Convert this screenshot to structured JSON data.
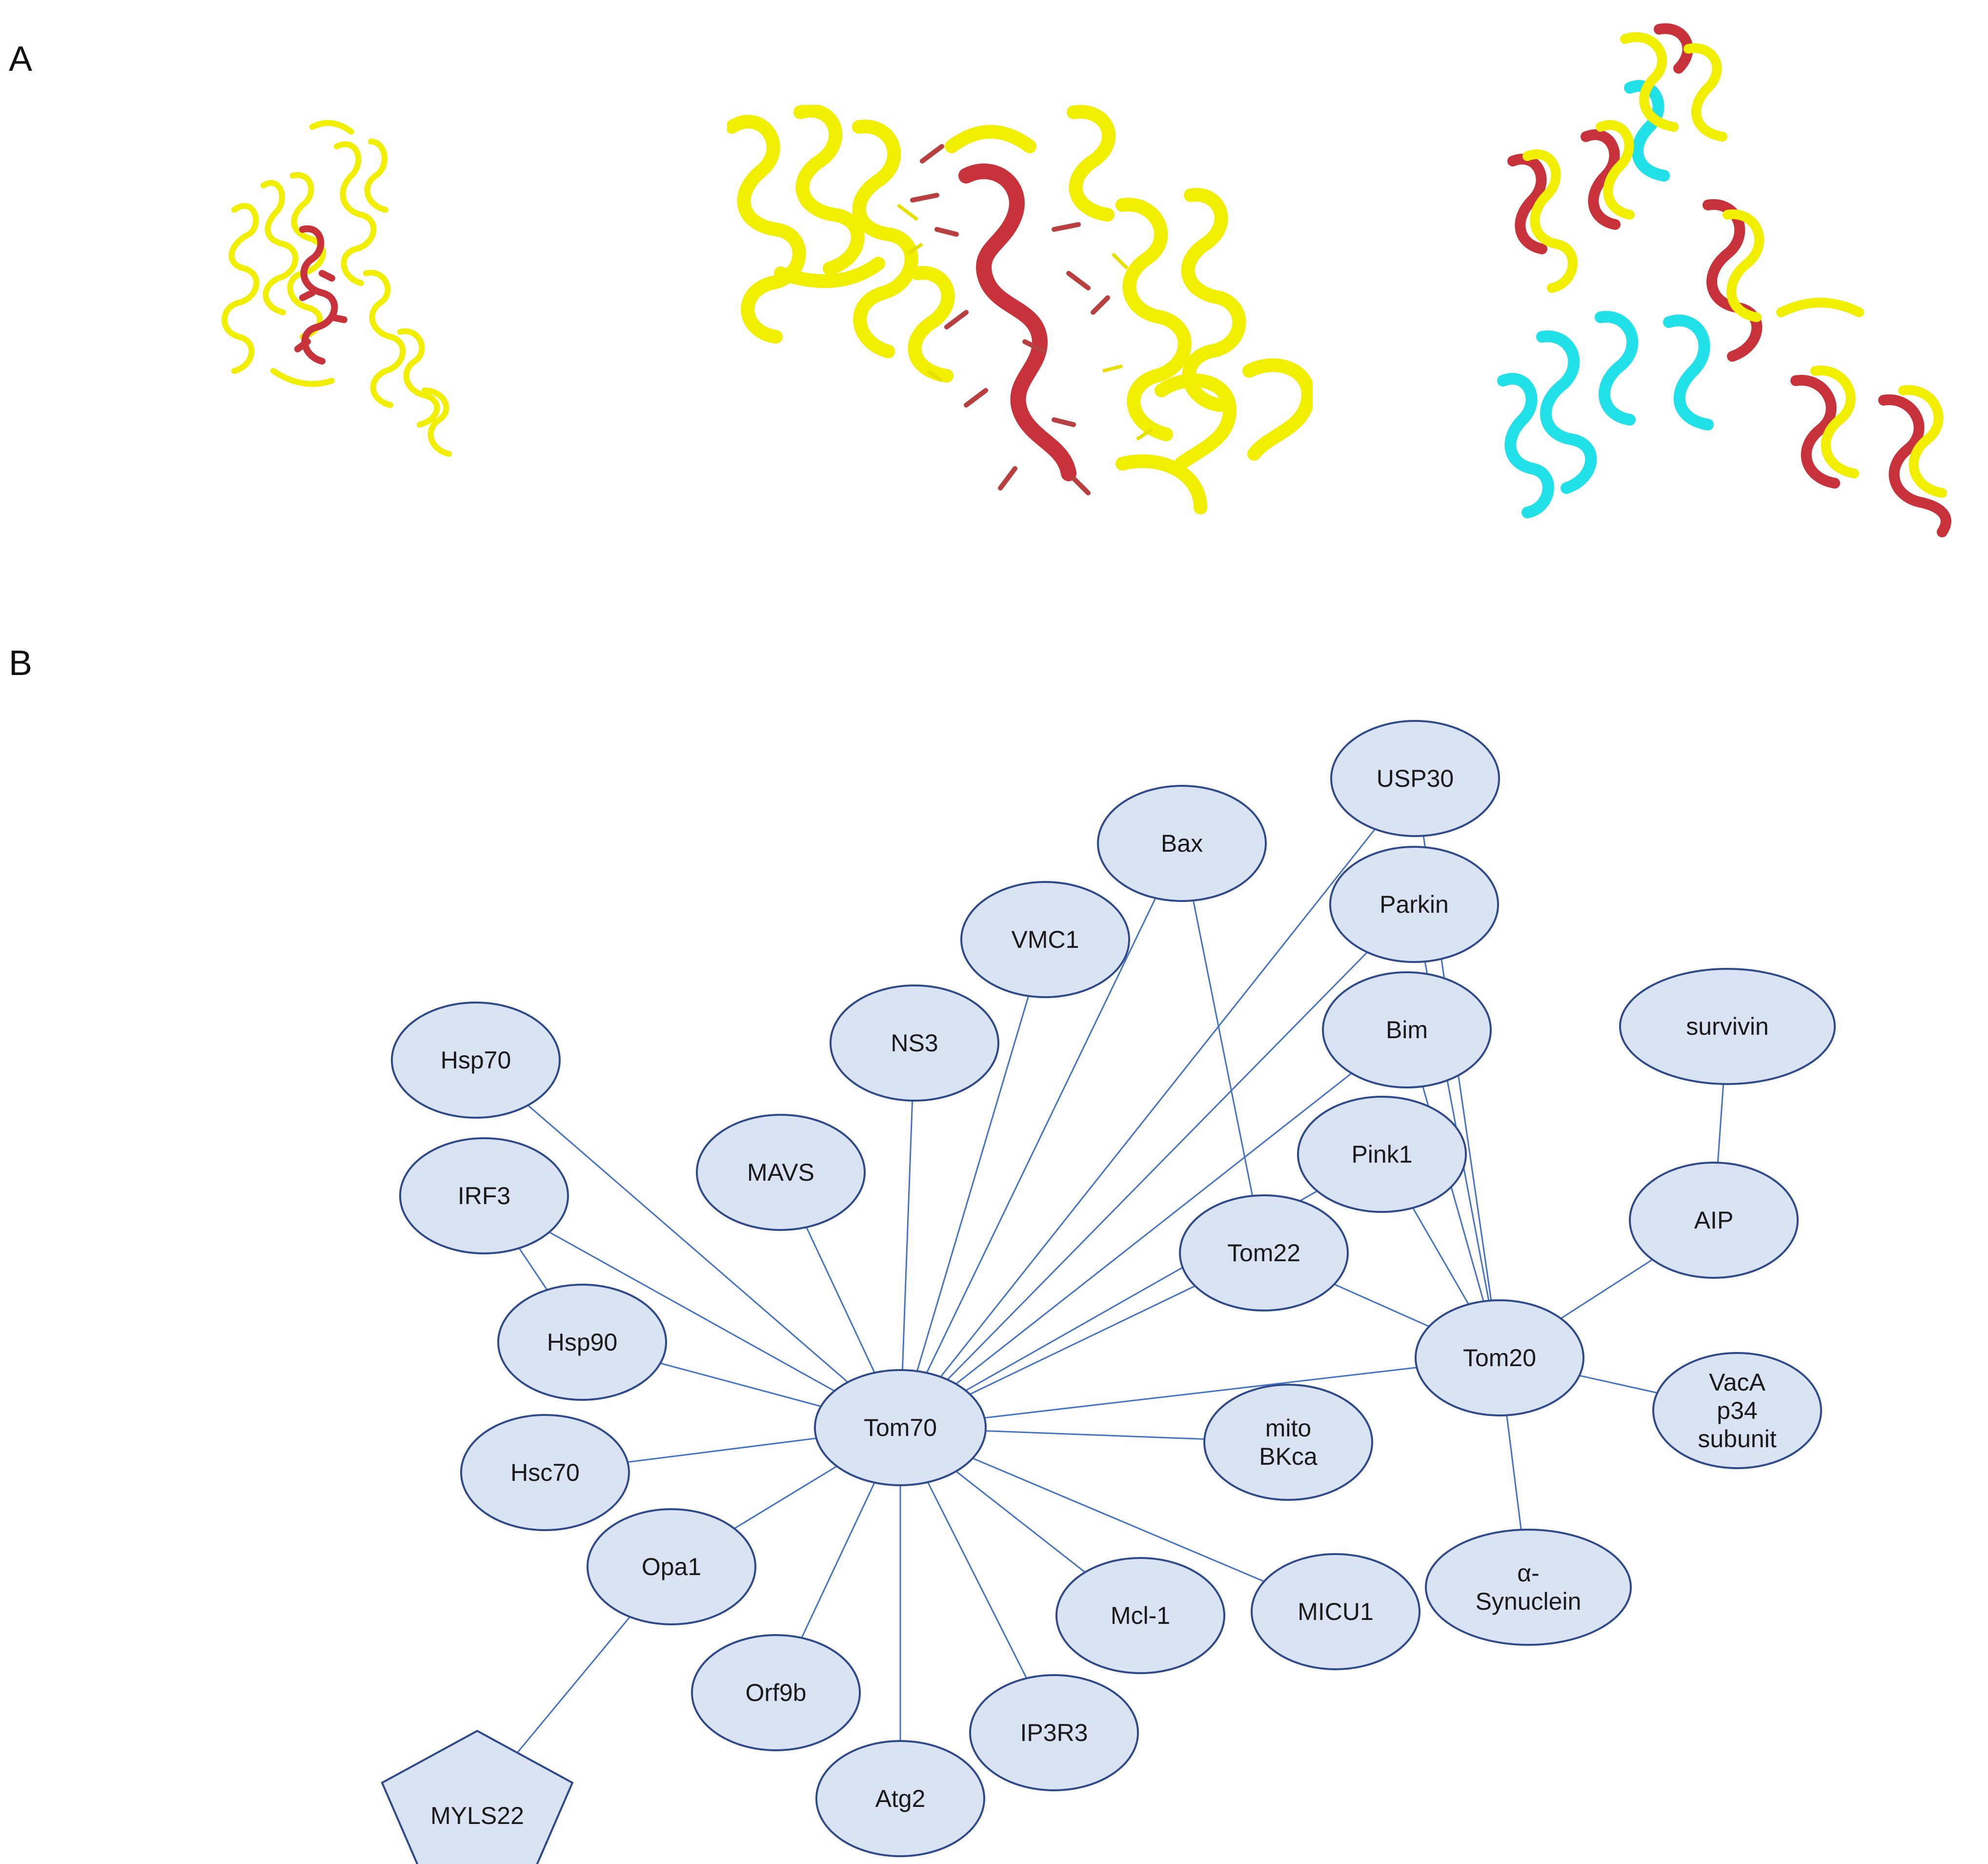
{
  "panels": {
    "a": "A",
    "b": "B"
  },
  "colors": {
    "protein_yellow": "#f2ee00",
    "protein_red": "#c8323a",
    "protein_cyan": "#22e0e8",
    "node_fill": "#dae3f3",
    "node_stroke": "#2f4a8a",
    "edge": "#4472c4"
  },
  "structures": [
    {
      "name": "tom70-structure-overview",
      "colors": [
        "yellow",
        "red"
      ]
    },
    {
      "name": "tom70-structure-zoom",
      "colors": [
        "yellow",
        "red"
      ]
    },
    {
      "name": "tom70-structure-superposition",
      "colors": [
        "yellow",
        "red",
        "cyan"
      ]
    }
  ],
  "network": {
    "nodes": [
      {
        "id": "usp30",
        "label": [
          "USP30"
        ],
        "shape": "ellipse"
      },
      {
        "id": "bax",
        "label": [
          "Bax"
        ],
        "shape": "ellipse"
      },
      {
        "id": "parkin",
        "label": [
          "Parkin"
        ],
        "shape": "ellipse"
      },
      {
        "id": "vmc1",
        "label": [
          "VMC1"
        ],
        "shape": "ellipse"
      },
      {
        "id": "bim",
        "label": [
          "Bim"
        ],
        "shape": "ellipse"
      },
      {
        "id": "survivin",
        "label": [
          "survivin"
        ],
        "shape": "ellipse"
      },
      {
        "id": "hsp70",
        "label": [
          "Hsp70"
        ],
        "shape": "ellipse"
      },
      {
        "id": "ns3",
        "label": [
          "NS3"
        ],
        "shape": "ellipse"
      },
      {
        "id": "pink1",
        "label": [
          "Pink1"
        ],
        "shape": "ellipse"
      },
      {
        "id": "irf3",
        "label": [
          "IRF3"
        ],
        "shape": "ellipse"
      },
      {
        "id": "mavs",
        "label": [
          "MAVS"
        ],
        "shape": "ellipse"
      },
      {
        "id": "aip",
        "label": [
          "AIP"
        ],
        "shape": "ellipse"
      },
      {
        "id": "tom22",
        "label": [
          "Tom22"
        ],
        "shape": "ellipse"
      },
      {
        "id": "hsp90",
        "label": [
          "Hsp90"
        ],
        "shape": "ellipse"
      },
      {
        "id": "tom20",
        "label": [
          "Tom20"
        ],
        "shape": "ellipse"
      },
      {
        "id": "vaca",
        "label": [
          "VacA",
          "p34",
          "subunit"
        ],
        "shape": "ellipse"
      },
      {
        "id": "tom70",
        "label": [
          "Tom70"
        ],
        "shape": "ellipse"
      },
      {
        "id": "mitobkca",
        "label": [
          "mito",
          "BKca"
        ],
        "shape": "ellipse"
      },
      {
        "id": "hsc70",
        "label": [
          "Hsc70"
        ],
        "shape": "ellipse"
      },
      {
        "id": "opa1",
        "label": [
          "Opa1"
        ],
        "shape": "ellipse"
      },
      {
        "id": "asyn",
        "label": [
          "α-",
          "Synuclein"
        ],
        "shape": "ellipse"
      },
      {
        "id": "mcl1",
        "label": [
          "Mcl-1"
        ],
        "shape": "ellipse"
      },
      {
        "id": "micu1",
        "label": [
          "MICU1"
        ],
        "shape": "ellipse"
      },
      {
        "id": "orf9b",
        "label": [
          "Orf9b"
        ],
        "shape": "ellipse"
      },
      {
        "id": "ip3r3",
        "label": [
          "IP3R3"
        ],
        "shape": "ellipse"
      },
      {
        "id": "atg2",
        "label": [
          "Atg2"
        ],
        "shape": "ellipse"
      },
      {
        "id": "myls22",
        "label": [
          "MYLS22"
        ],
        "shape": "pentagon"
      }
    ],
    "edges": [
      [
        "tom70",
        "hsp70"
      ],
      [
        "tom70",
        "irf3"
      ],
      [
        "tom70",
        "mavs"
      ],
      [
        "tom70",
        "ns3"
      ],
      [
        "tom70",
        "vmc1"
      ],
      [
        "tom70",
        "bax"
      ],
      [
        "tom70",
        "usp30"
      ],
      [
        "tom70",
        "parkin"
      ],
      [
        "tom70",
        "bim"
      ],
      [
        "tom70",
        "pink1"
      ],
      [
        "tom70",
        "tom22"
      ],
      [
        "tom70",
        "tom20"
      ],
      [
        "tom70",
        "hsp90"
      ],
      [
        "tom70",
        "hsc70"
      ],
      [
        "tom70",
        "opa1"
      ],
      [
        "tom70",
        "mitobkca"
      ],
      [
        "tom70",
        "micu1"
      ],
      [
        "tom70",
        "mcl1"
      ],
      [
        "tom70",
        "ip3r3"
      ],
      [
        "tom70",
        "atg2"
      ],
      [
        "tom70",
        "orf9b"
      ],
      [
        "irf3",
        "hsp90"
      ],
      [
        "opa1",
        "myls22"
      ],
      [
        "bax",
        "tom22"
      ],
      [
        "tom22",
        "tom20"
      ],
      [
        "usp30",
        "tom20"
      ],
      [
        "parkin",
        "tom20"
      ],
      [
        "bim",
        "tom20"
      ],
      [
        "pink1",
        "tom20"
      ],
      [
        "tom20",
        "aip"
      ],
      [
        "tom20",
        "vaca"
      ],
      [
        "tom20",
        "asyn"
      ],
      [
        "survivin",
        "aip"
      ]
    ]
  }
}
